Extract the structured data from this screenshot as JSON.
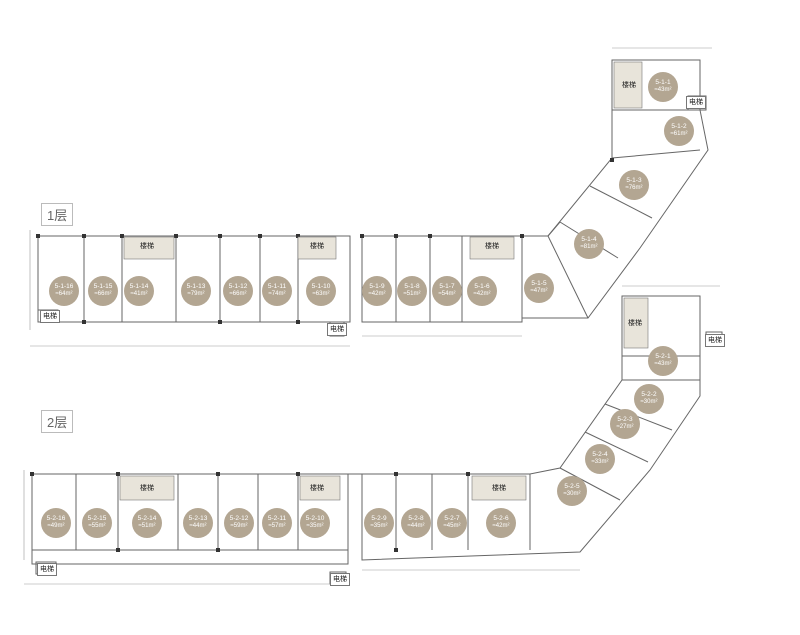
{
  "floors": [
    {
      "label": "1层",
      "units": [
        {
          "code": "5-1-1",
          "area": "≈43m²"
        },
        {
          "code": "5-1-2",
          "area": "≈61m²"
        },
        {
          "code": "5-1-3",
          "area": "≈76m²"
        },
        {
          "code": "5-1-4",
          "area": "≈81m²"
        },
        {
          "code": "5-1-5",
          "area": "≈47m²"
        },
        {
          "code": "5-1-6",
          "area": "≈42m²"
        },
        {
          "code": "5-1-7",
          "area": "≈54m²"
        },
        {
          "code": "5-1-8",
          "area": "≈51m²"
        },
        {
          "code": "5-1-9",
          "area": "≈42m²"
        },
        {
          "code": "5-1-10",
          "area": "≈63m²"
        },
        {
          "code": "5-1-11",
          "area": "≈74m²"
        },
        {
          "code": "5-1-12",
          "area": "≈66m²"
        },
        {
          "code": "5-1-13",
          "area": "≈79m²"
        },
        {
          "code": "5-1-14",
          "area": "≈41m²"
        },
        {
          "code": "5-1-15",
          "area": "≈66m²"
        },
        {
          "code": "5-1-16",
          "area": "≈64m²"
        }
      ]
    },
    {
      "label": "2层",
      "units": [
        {
          "code": "5-2-1",
          "area": "≈43m²"
        },
        {
          "code": "5-2-2",
          "area": "≈30m²"
        },
        {
          "code": "5-2-3",
          "area": "≈27m²"
        },
        {
          "code": "5-2-4",
          "area": "≈33m²"
        },
        {
          "code": "5-2-5",
          "area": "≈30m²"
        },
        {
          "code": "5-2-6",
          "area": "≈42m²"
        },
        {
          "code": "5-2-7",
          "area": "≈45m²"
        },
        {
          "code": "5-2-8",
          "area": "≈44m²"
        },
        {
          "code": "5-2-9",
          "area": "≈35m²"
        },
        {
          "code": "5-2-10",
          "area": "≈35m²"
        },
        {
          "code": "5-2-11",
          "area": "≈57m²"
        },
        {
          "code": "5-2-12",
          "area": "≈59m²"
        },
        {
          "code": "5-2-13",
          "area": "≈44m²"
        },
        {
          "code": "5-2-14",
          "area": "≈51m²"
        },
        {
          "code": "5-2-15",
          "area": "≈55m²"
        },
        {
          "code": "5-2-16",
          "area": "≈49m²"
        }
      ]
    }
  ],
  "stair_label": "楼梯",
  "elevator_label": "电梯",
  "colors": {
    "unit_fill": "#b3a692",
    "wall": "#555555",
    "stair_fill": "#e8e4da"
  }
}
